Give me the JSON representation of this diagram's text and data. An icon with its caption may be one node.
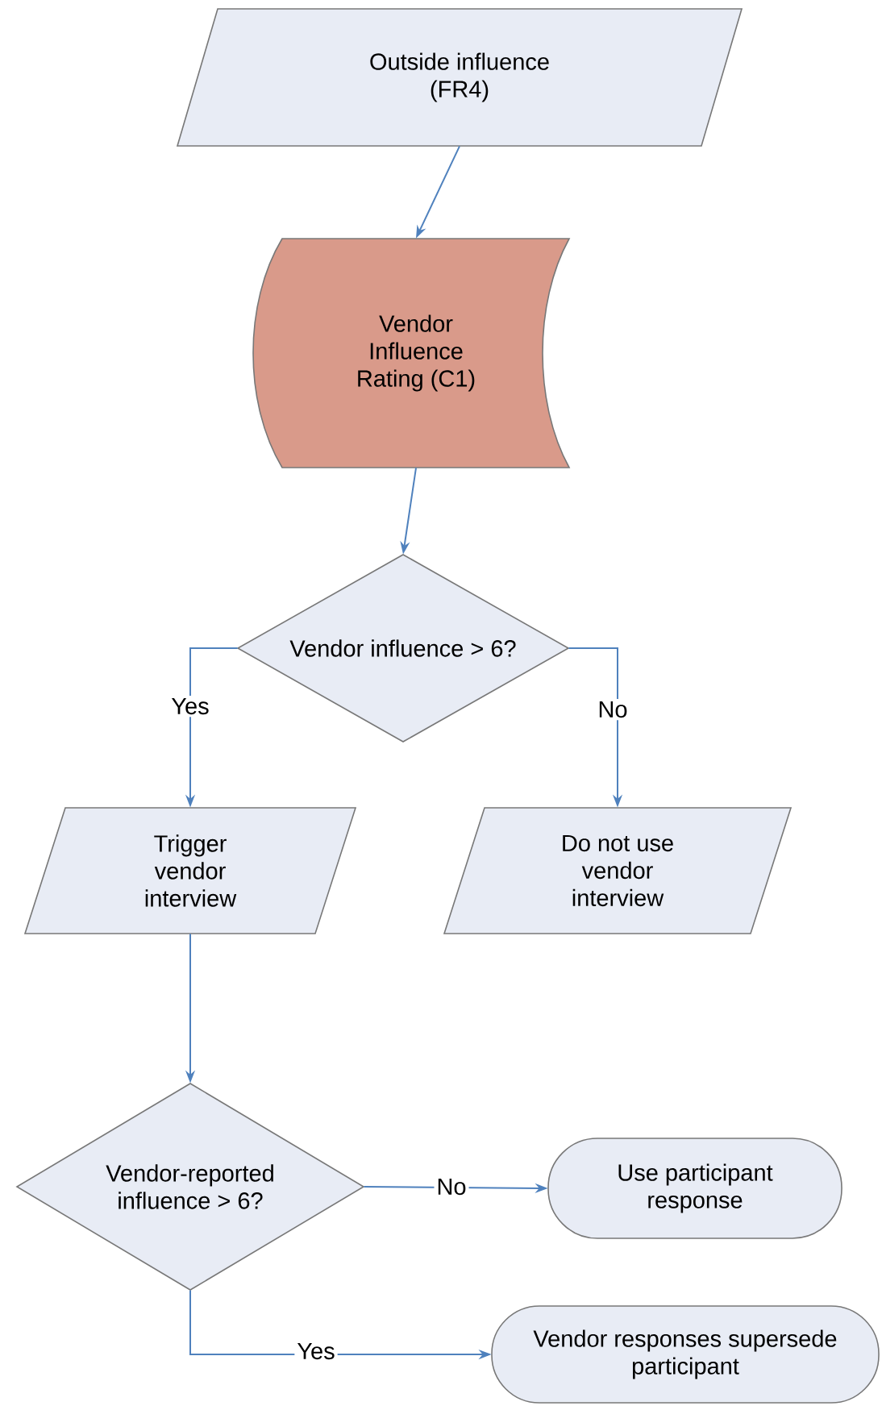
{
  "diagram": {
    "nodes": [
      {
        "text": [
          "Outside influence (FR4)"
        ]
      },
      {
        "text": [
          "Vendor Influence Rating (C1)"
        ]
      },
      {
        "text": [
          "Vendor influence > 6?"
        ]
      },
      {
        "text": [
          "Trigger vendor interview"
        ]
      },
      {
        "text": [
          "Do not use vendor interview"
        ]
      },
      {
        "text": [
          "Vendor-reported influence > 6?"
        ]
      },
      {
        "text": [
          "Use participant response"
        ]
      },
      {
        "text": [
          "Vendor responses supersede participant"
        ]
      }
    ],
    "edges": [
      {
        "from": 0,
        "to": 1,
        "arrow": "to"
      },
      {
        "from": 1,
        "to": 2,
        "arrow": "to"
      },
      {
        "from": 2,
        "to": 3,
        "arrow": "to",
        "label": "Yes"
      },
      {
        "from": 2,
        "to": 4,
        "arrow": "to",
        "label": "No"
      },
      {
        "from": 3,
        "to": 5,
        "arrow": "to"
      },
      {
        "from": 5,
        "to": 6,
        "arrow": "to",
        "label": "No"
      },
      {
        "from": 5,
        "to": 7,
        "arrow": "to",
        "label": "Yes"
      }
    ]
  }
}
